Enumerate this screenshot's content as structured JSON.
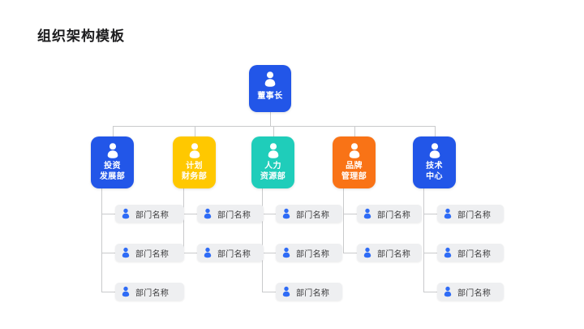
{
  "page": {
    "title": "组织架构模板",
    "background": "#ffffff",
    "line_color": "#c9cacc"
  },
  "colors": {
    "blue": "#2256e8",
    "yellow": "#ffc800",
    "teal": "#1fcdba",
    "orange": "#f97316",
    "leaf_bg": "#eeeff1",
    "leaf_icon": "#2f6cf6",
    "leaf_text": "#3a3a3c",
    "node_text": "#ffffff",
    "title_text": "#1d1d1f"
  },
  "chart": {
    "root": {
      "label": "董事长",
      "color": "#2256e8",
      "icon": "person-icon"
    },
    "departments": [
      {
        "label": "投资\n发展部",
        "label_plain": "投资发展部",
        "color": "#2256e8",
        "icon": "person-icon",
        "children": [
          {
            "label": "部门名称",
            "icon": "person-icon"
          },
          {
            "label": "部门名称",
            "icon": "person-icon"
          },
          {
            "label": "部门名称",
            "icon": "person-icon"
          }
        ]
      },
      {
        "label": "计划\n财务部",
        "label_plain": "计划财务部",
        "color": "#ffc800",
        "icon": "person-icon",
        "children": [
          {
            "label": "部门名称",
            "icon": "person-icon"
          },
          {
            "label": "部门名称",
            "icon": "person-icon"
          }
        ]
      },
      {
        "label": "人力\n资源部",
        "label_plain": "人力资源部",
        "color": "#1fcdba",
        "icon": "person-icon",
        "children": [
          {
            "label": "部门名称",
            "icon": "person-icon"
          },
          {
            "label": "部门名称",
            "icon": "person-icon"
          },
          {
            "label": "部门名称",
            "icon": "person-icon"
          }
        ]
      },
      {
        "label": "品牌\n管理部",
        "label_plain": "品牌管理部",
        "color": "#f97316",
        "icon": "person-icon",
        "children": [
          {
            "label": "部门名称",
            "icon": "person-icon"
          },
          {
            "label": "部门名称",
            "icon": "person-icon"
          }
        ]
      },
      {
        "label": "技术\n中心",
        "label_plain": "技术中心",
        "color": "#2256e8",
        "icon": "person-icon",
        "children": [
          {
            "label": "部门名称",
            "icon": "person-icon"
          },
          {
            "label": "部门名称",
            "icon": "person-icon"
          },
          {
            "label": "部门名称",
            "icon": "person-icon"
          }
        ]
      }
    ]
  }
}
